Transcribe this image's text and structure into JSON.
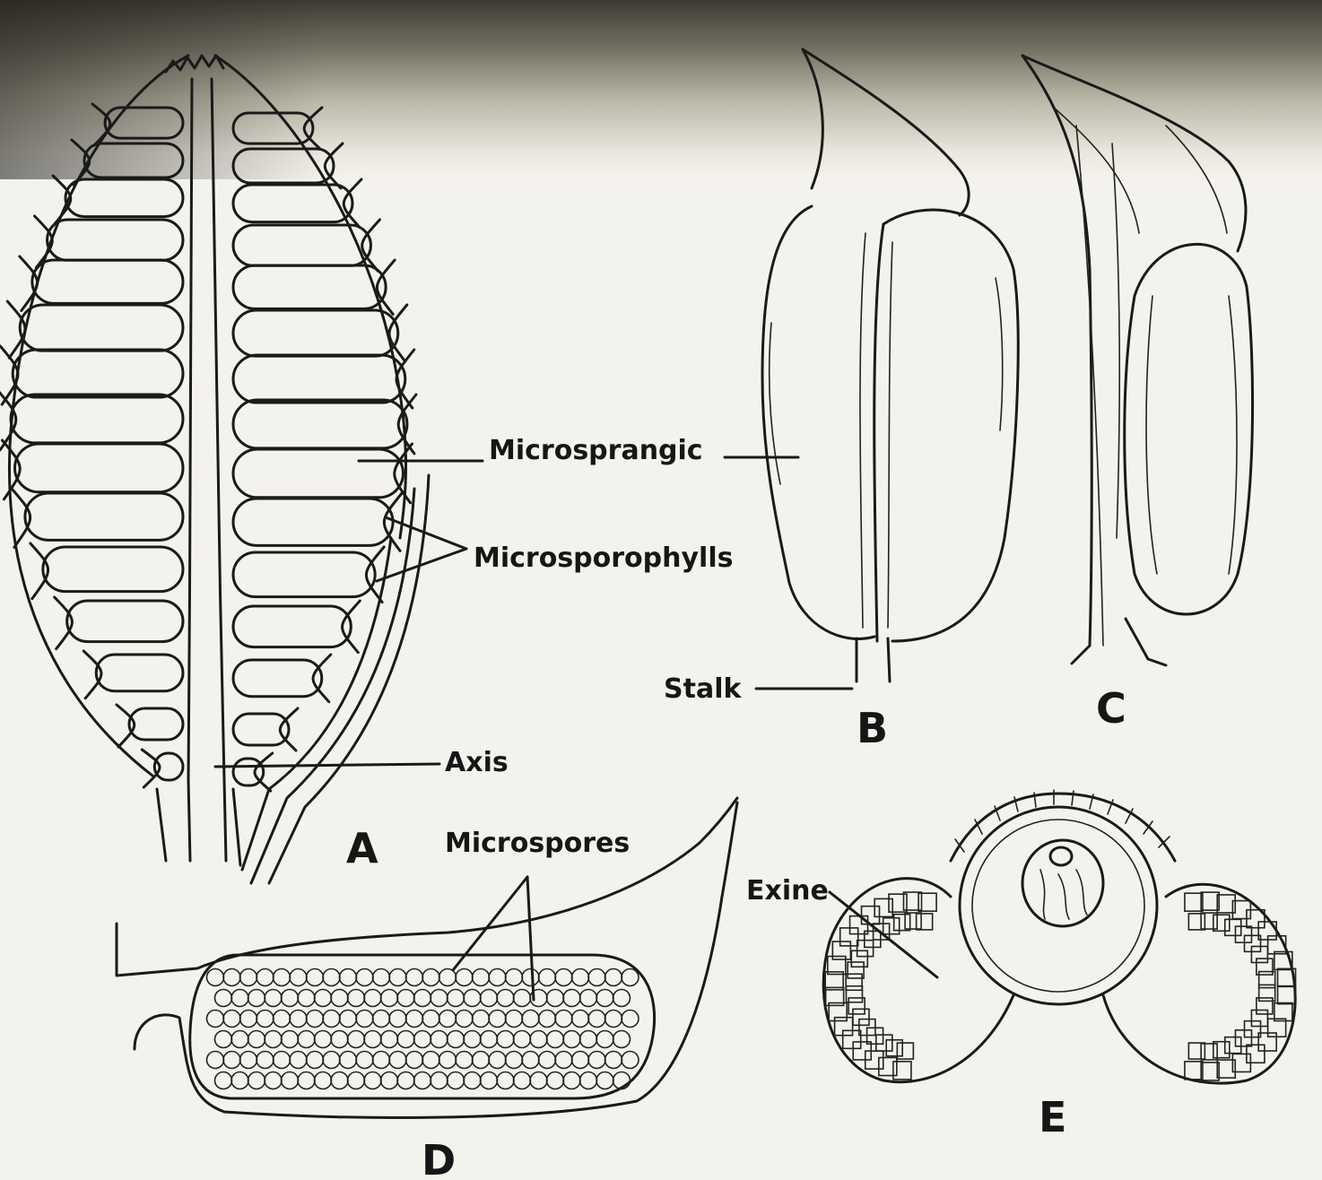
{
  "labels": {
    "microsporangia": "Microsprangic",
    "microsporophylls": "Microsporophylls",
    "axis": "Axis",
    "stalk": "Stalk",
    "microspores": "Microspores",
    "exine": "Exine"
  },
  "panels": {
    "a": "A",
    "b": "B",
    "c": "C",
    "d": "D",
    "e": "E"
  }
}
